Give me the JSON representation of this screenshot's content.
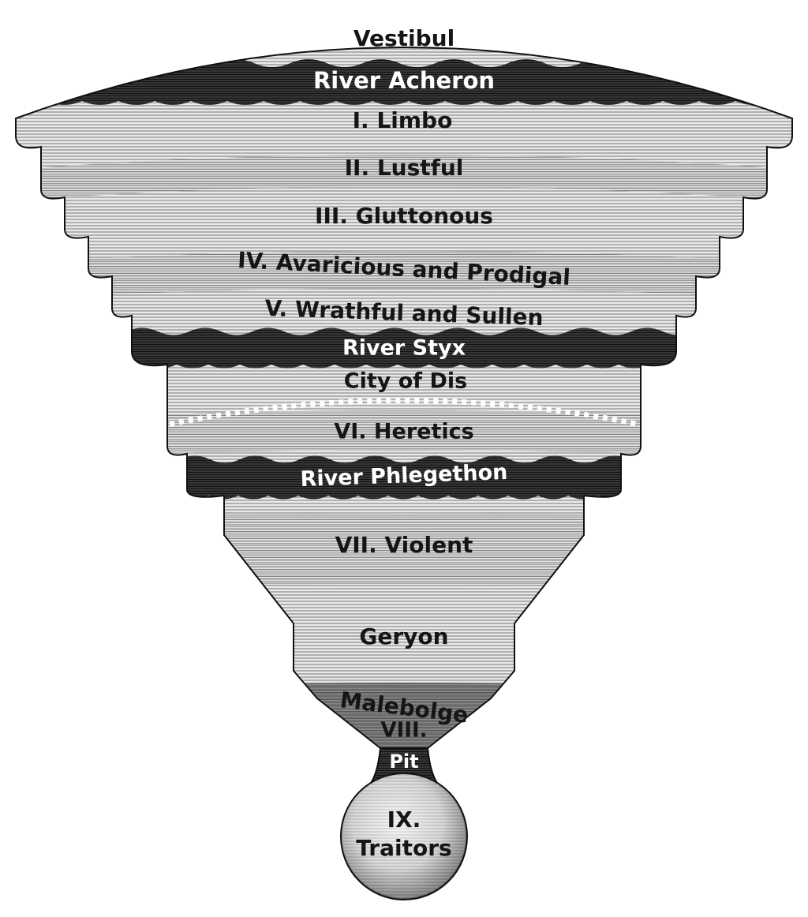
{
  "labels": {
    "vestibule": "Vestibul",
    "acheron": "River Acheron",
    "limbo": "I. Limbo",
    "lustful": "II. Lustful",
    "gluttonous": "III. Gluttonous",
    "avaricious": "IV. Avaricious and Prodigal",
    "wrathful": "V. Wrathful and Sullen",
    "styx": "River Styx",
    "dis": "City of Dis",
    "heretics": "VI. Heretics",
    "phlegethon": "River Phlegethon",
    "violent": "VII. Violent",
    "geryon": "Geryon",
    "malebolge": "Malebolge",
    "eighth": "VIII.",
    "pit": "Pit",
    "ninth": "IX.",
    "traitors": "Traitors"
  },
  "colors": {
    "outline": "#111111",
    "hatch_dark": "#1a1a1a",
    "hatch_mid": "#8a8a8a",
    "hatch_light": "#d4d4d4",
    "river": "#2a2a2a",
    "paper": "#ffffff"
  }
}
